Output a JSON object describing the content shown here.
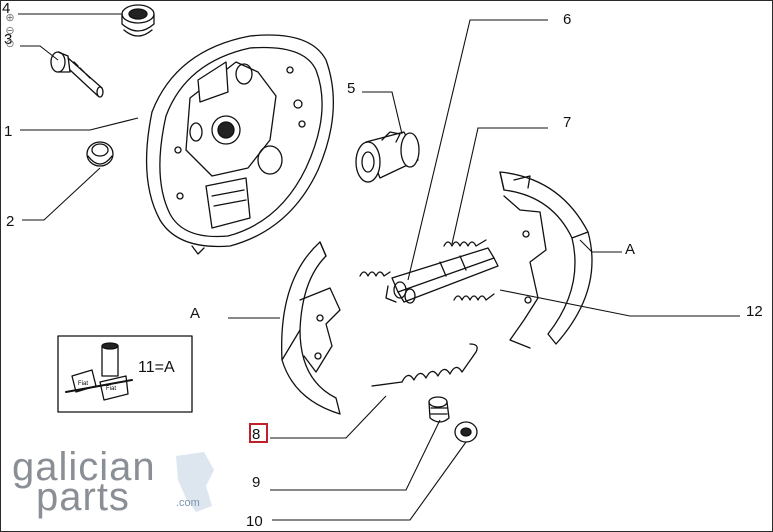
{
  "callouts": {
    "n1": "1",
    "n2": "2",
    "n3": "3",
    "n4": "4",
    "n5": "5",
    "n6": "6",
    "n7": "7",
    "n8": "8",
    "n9": "9",
    "n10": "10",
    "n12": "12",
    "a_left": "A",
    "a_right": "A"
  },
  "legend": {
    "text": "11=A",
    "box_text_1": "Fiat",
    "box_text_2": "Fiat"
  },
  "brand": {
    "line1": "galician",
    "line2": "parts",
    "suffix": ".com"
  },
  "toolbar": {
    "icons": [
      "zoom-in-icon",
      "zoom-out-icon",
      "zoom-reset-icon"
    ]
  },
  "colors": {
    "line": "#111111",
    "highlight": "#c0202a",
    "brand": "#a7b4c2",
    "brand_accent": "#7f95ad"
  }
}
